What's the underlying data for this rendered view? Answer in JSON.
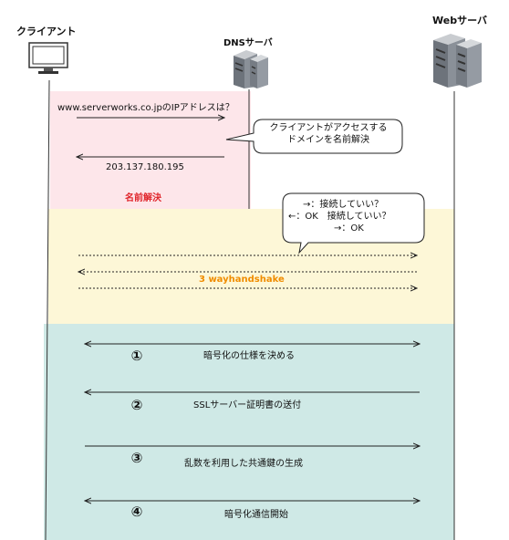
{
  "nodes": {
    "client": "クライアント",
    "dns": "DNSサーバ",
    "web": "Webサーバ"
  },
  "dns_phase": {
    "query": "www.serverworks.co.jpのIPアドレスは？",
    "callout": [
      "クライアントがアクセスする",
      "ドメインを名前解決"
    ],
    "answer": "203.137.180.195",
    "title": "名前解決"
  },
  "handshake_phase": {
    "callout": [
      "→：接続していい？",
      "←：OK　接続していい？",
      "→：OK"
    ],
    "title": "3 wayhandshake"
  },
  "tls_phase": {
    "steps": [
      {
        "num": "①",
        "label": "暗号化の仕様を決める"
      },
      {
        "num": "②",
        "label": "SSLサーバー証明書の送付"
      },
      {
        "num": "③",
        "label": "乱数を利用した共通鍵の生成"
      },
      {
        "num": "④",
        "label": "暗号化通信開始"
      }
    ]
  },
  "colors": {
    "dns_zone": "#fde6ea",
    "handshake_zone": "#fdf7d7",
    "tls_zone": "#cfe9e6",
    "phase_title_red": "#e0252b",
    "phase_title_orange": "#f08c00"
  }
}
